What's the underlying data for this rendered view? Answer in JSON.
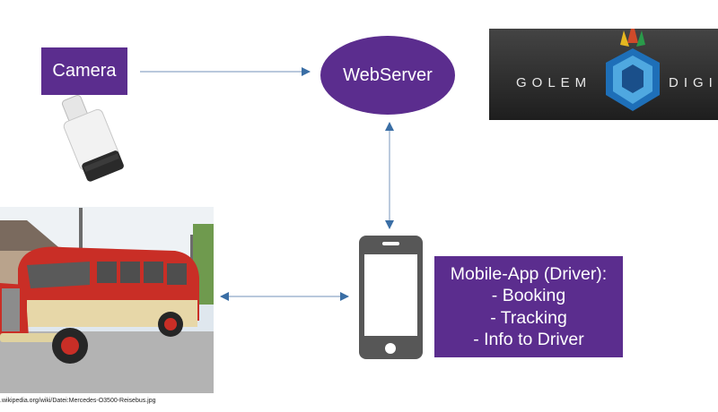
{
  "camera": {
    "label": "Camera",
    "icon": "cctv-camera-icon"
  },
  "server": {
    "label": "WebServer"
  },
  "logo": {
    "text_left": "GOLEM",
    "text_right": "DIGIT",
    "mark": "golem-gd-logo-icon"
  },
  "app": {
    "title": "Mobile-App (Driver):",
    "items": [
      "- Booking",
      "- Tracking",
      "- Info to Driver"
    ],
    "icon": "smartphone-icon"
  },
  "bus": {
    "icon": "vintage-red-bus-photo"
  },
  "credit": ".wikipedia.org/wiki/Datei:Mercedes-O3500-Reisebus.jpg",
  "colors": {
    "accent": "#5b2d8e",
    "arrow": "#3a6ea5",
    "phone": "#575757"
  }
}
